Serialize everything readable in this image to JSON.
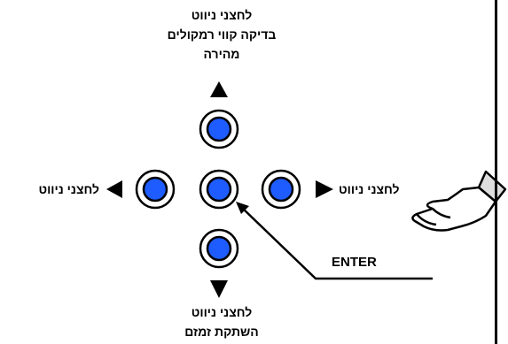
{
  "labels": {
    "top": [
      "לחצני ניווט",
      "בדיקה קווי רמקולים",
      "מהירה"
    ],
    "bottom": [
      "לחצני ניווט",
      "השתקת זמזם"
    ],
    "left": "לחצני ניווט",
    "right": "לחצני ניווט",
    "enter": "ENTER"
  },
  "colors": {
    "button_fill": "#1e5cff",
    "button_ring": "#000000",
    "background": "#ffffff"
  },
  "icons": [
    "up-arrow-icon",
    "down-arrow-icon",
    "left-arrow-icon",
    "right-arrow-icon",
    "pointing-hand-icon"
  ]
}
